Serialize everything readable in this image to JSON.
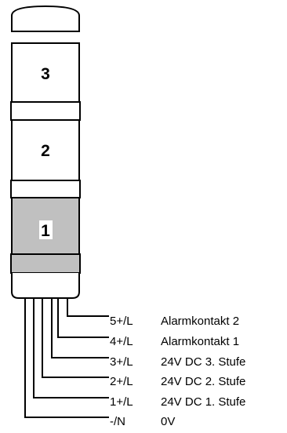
{
  "segments": [
    {
      "label": "3",
      "fill": "#ffffff"
    },
    {
      "label": "2",
      "fill": "#ffffff"
    },
    {
      "label": "1",
      "fill": "#c0c0c0"
    }
  ],
  "connections": [
    {
      "terminal": "5+/L",
      "description": "Alarmkontakt 2"
    },
    {
      "terminal": "4+/L",
      "description": "Alarmkontakt 1"
    },
    {
      "terminal": "3+/L",
      "description": "24V DC 3. Stufe"
    },
    {
      "terminal": "2+/L",
      "description": "24V DC 2. Stufe"
    },
    {
      "terminal": "1+/L",
      "description": "24V DC 1. Stufe"
    },
    {
      "terminal": "-/N",
      "description": "0V"
    }
  ],
  "colors": {
    "line": "#000000",
    "active_segment": "#c0c0c0",
    "background": "#ffffff"
  }
}
